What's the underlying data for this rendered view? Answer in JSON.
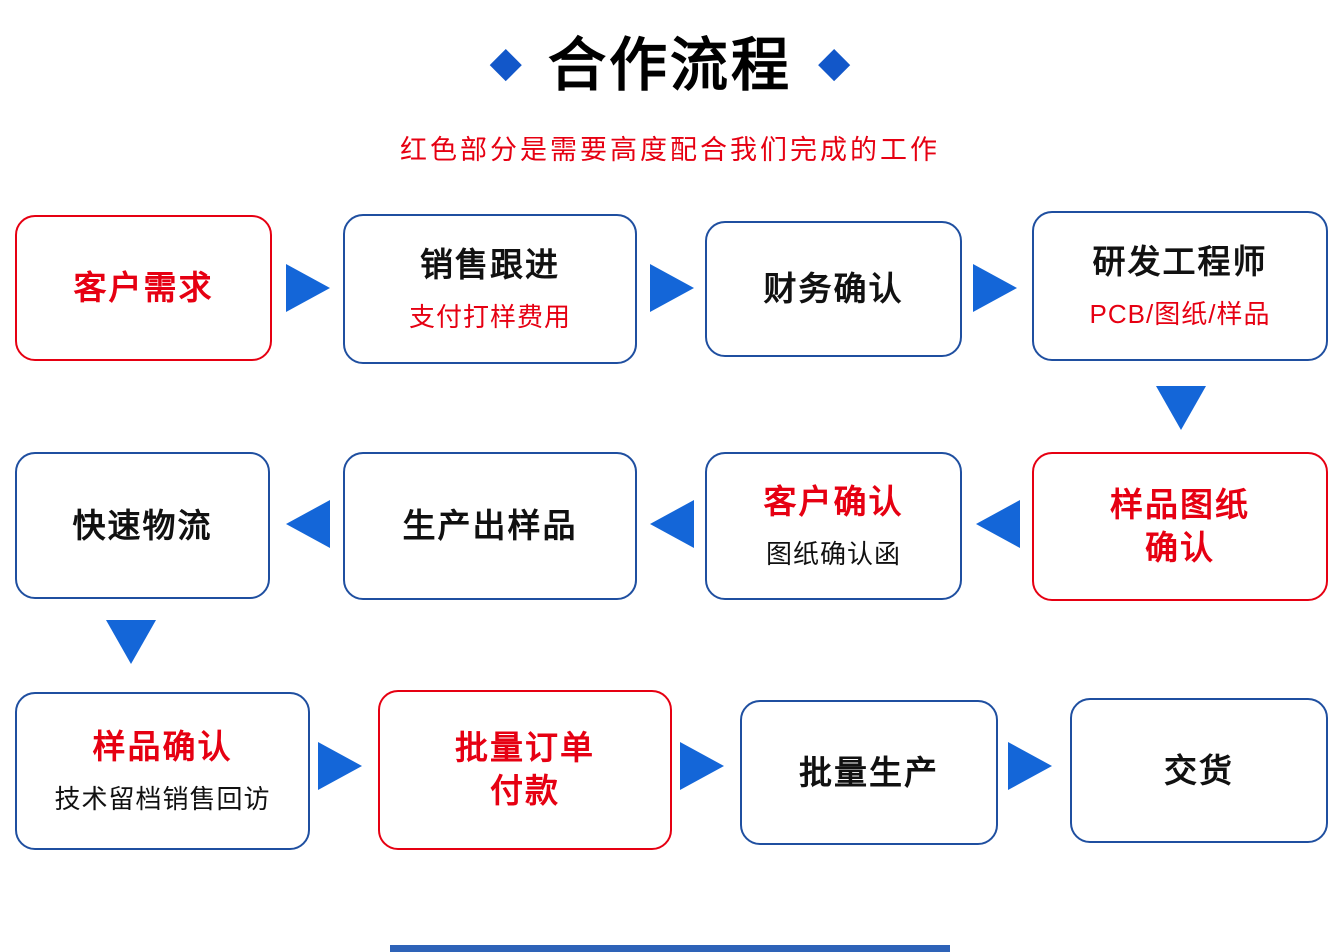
{
  "header": {
    "diamond_icon": "◆",
    "title": "合作流程",
    "subtitle": "红色部分是需要高度配合我们完成的工作"
  },
  "colors": {
    "arrow_blue": "#1466d8",
    "box_border_blue": "#1f4fa0",
    "highlight_red": "#e60012",
    "title_black": "#000000",
    "diamond_blue": "#1257c9",
    "bottom_bar_blue": "#2e63b8"
  },
  "boxes": {
    "customer_need": {
      "title": "客户需求"
    },
    "sales_follow": {
      "title": "销售跟进",
      "subtitle": "支付打样费用"
    },
    "finance_confirm": {
      "title": "财务确认"
    },
    "rd_engineer": {
      "title": "研发工程师",
      "subtitle": "PCB/图纸/样品"
    },
    "sample_drawing_confirm": {
      "title_line1": "样品图纸",
      "title_line2": "确认"
    },
    "customer_confirm": {
      "title": "客户确认",
      "subtitle": "图纸确认函"
    },
    "produce_sample": {
      "title": "生产出样品"
    },
    "fast_logistics": {
      "title": "快速物流"
    },
    "sample_confirm": {
      "title": "样品确认",
      "subtitle": "技术留档销售回访"
    },
    "batch_order_payment": {
      "title_line1": "批量订单",
      "title_line2": "付款"
    },
    "batch_production": {
      "title": "批量生产"
    },
    "delivery": {
      "title": "交货"
    }
  }
}
